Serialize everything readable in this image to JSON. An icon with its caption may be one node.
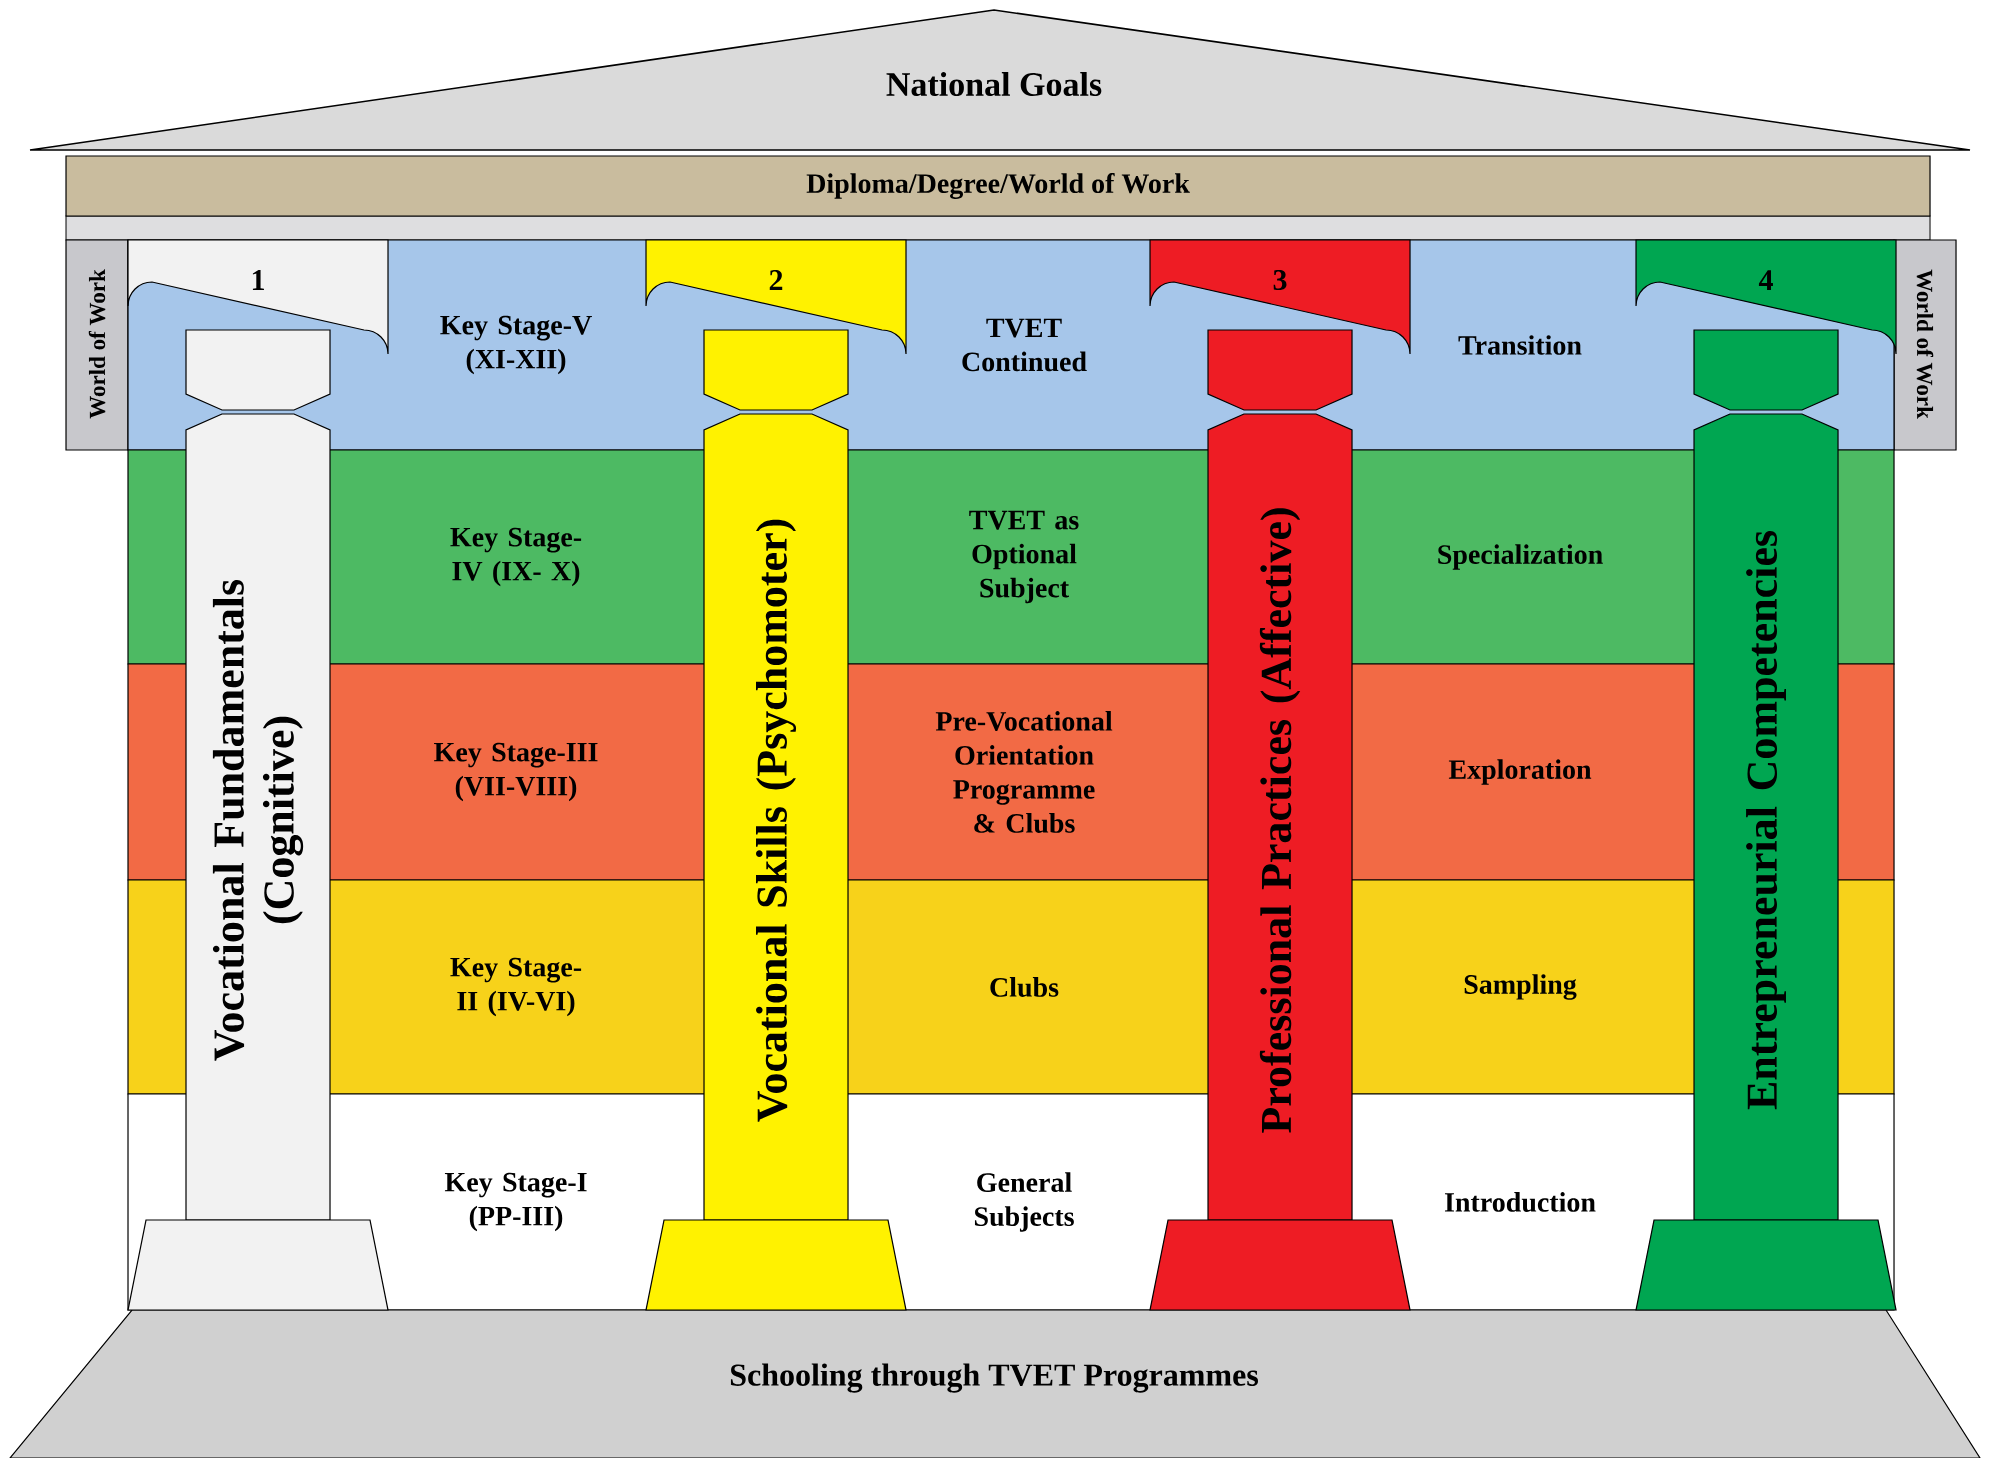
{
  "diagram": {
    "nodes": [
      {
        "text": [
          "National Goals"
        ]
      },
      {
        "text": [
          "Diploma/Degree/World of Work"
        ]
      },
      {
        "text": [
          "World of Work"
        ]
      },
      {
        "text": [
          "World of Work"
        ]
      },
      {
        "text": [
          "Key Stage-V (XI-XII)",
          "TVET Continued",
          "Transition"
        ]
      },
      {
        "text": [
          "Key Stage-IV (IX- X)",
          "TVET as Optional Subject",
          "Specialization"
        ]
      },
      {
        "text": [
          "Key Stage-III (VII-VIII)",
          "Pre-Vocational Orientation Programme & Clubs",
          "Exploration"
        ]
      },
      {
        "text": [
          "Key Stage-II (IV-VI)",
          "Clubs",
          "Sampling"
        ]
      },
      {
        "text": [
          "Key Stage-I (PP-III)",
          "General Subjects",
          "Introduction"
        ]
      },
      {
        "text": [
          "1",
          "Vocational Fundamentals (Cognitive)"
        ]
      },
      {
        "text": [
          "2",
          "Vocational Skills (Psychomoter)"
        ]
      },
      {
        "text": [
          "3",
          "Professional Practices (Affective)"
        ]
      },
      {
        "text": [
          "4",
          "Entrepreneurial Competencies"
        ]
      },
      {
        "text": [
          "Schooling through TVET Programmes"
        ]
      }
    ]
  }
}
